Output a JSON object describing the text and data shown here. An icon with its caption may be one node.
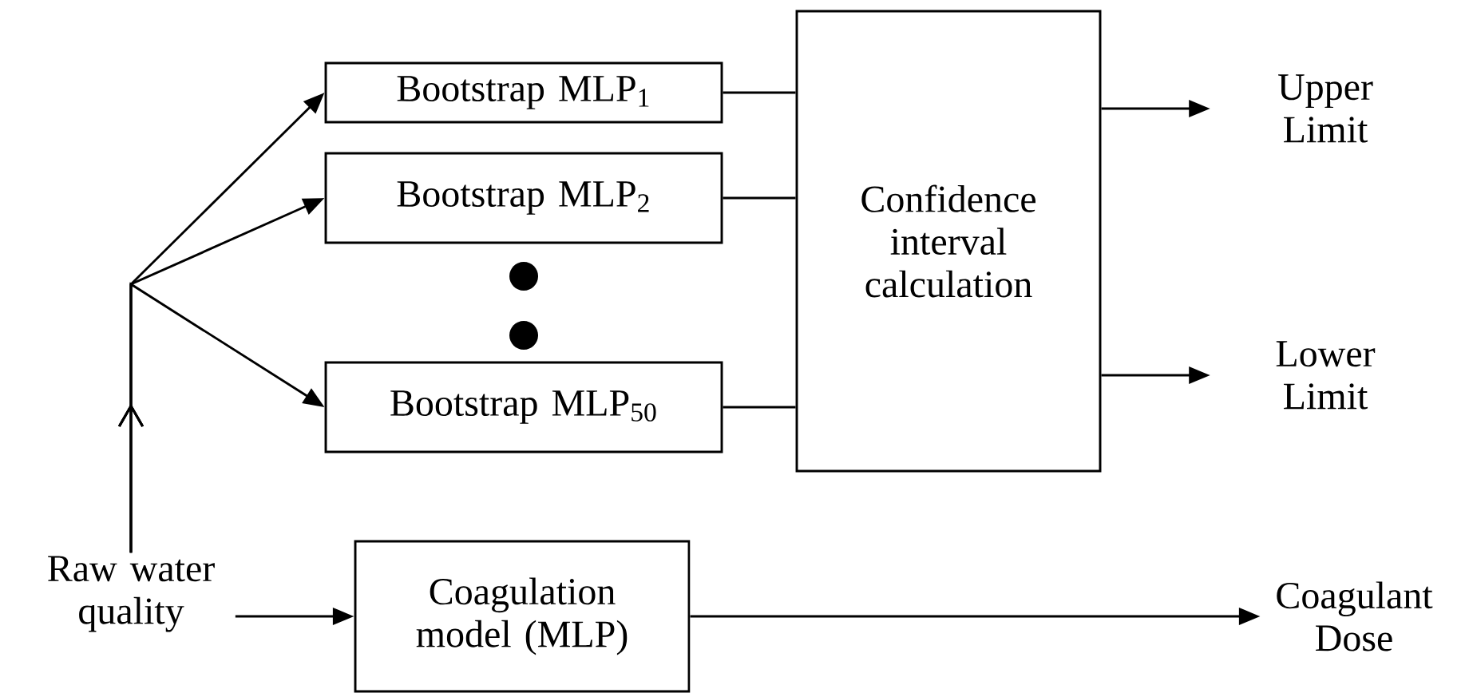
{
  "diagram": {
    "nodes": [
      {
        "text": [
          "Bootstrap MLP$_{1}$"
        ]
      },
      {
        "text": [
          "Bootstrap MLP$_{2}$"
        ]
      },
      {
        "text": [
          "Bootstrap MLP$_{50}$"
        ]
      },
      {
        "text": [
          "Confidence interval calculation"
        ]
      },
      {
        "text": [
          "Upper Limit"
        ]
      },
      {
        "text": [
          "Lower Limit"
        ]
      },
      {
        "text": [
          "Raw water quality"
        ]
      },
      {
        "text": [
          "Coagulation model (MLP)"
        ]
      },
      {
        "text": [
          "Coagulant Dose"
        ]
      }
    ],
    "edges": [
      {
        "from": 6,
        "to": 0,
        "arrow": "to"
      },
      {
        "from": 6,
        "to": 1,
        "arrow": "to"
      },
      {
        "from": 6,
        "to": 2,
        "arrow": "to"
      },
      {
        "from": 0,
        "to": 3,
        "arrow": "none"
      },
      {
        "from": 1,
        "to": 3,
        "arrow": "none"
      },
      {
        "from": 2,
        "to": 3,
        "arrow": "none"
      },
      {
        "from": 3,
        "to": 4,
        "arrow": "to"
      },
      {
        "from": 3,
        "to": 5,
        "arrow": "to"
      },
      {
        "from": 6,
        "to": 7,
        "arrow": "to"
      },
      {
        "from": 7,
        "to": 8,
        "arrow": "to"
      }
    ]
  }
}
